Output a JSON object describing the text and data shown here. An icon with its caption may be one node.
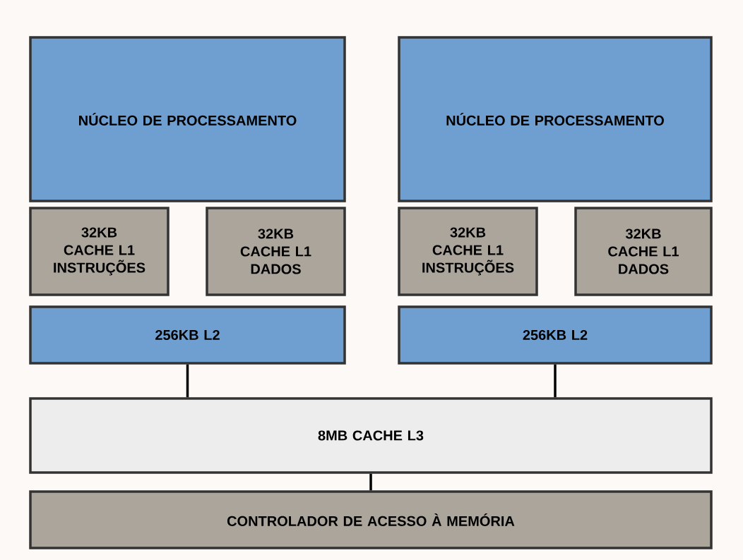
{
  "diagram": {
    "nodes": [
      {
        "text": [
          "NÚCLEO DE PROCESSAMENTO"
        ]
      },
      {
        "text": [
          "NÚCLEO DE PROCESSAMENTO"
        ]
      },
      {
        "text": [
          "32KB",
          "CACHE L1 INSTRUÇÕES"
        ]
      },
      {
        "text": [
          "32KB",
          "CACHE L1 DADOS"
        ]
      },
      {
        "text": [
          "32KB",
          "CACHE L1 INSTRUÇÕES"
        ]
      },
      {
        "text": [
          "32KB",
          "CACHE L1 DADOS"
        ]
      },
      {
        "text": [
          "256KB L2"
        ]
      },
      {
        "text": [
          "256KB L2"
        ]
      },
      {
        "text": [
          "8MB CACHE L3"
        ]
      },
      {
        "text": [
          "CONTROLADOR DE ACESSO À MEMÓRIA"
        ]
      }
    ],
    "edges": [
      {
        "from": 6,
        "to": 8,
        "arrow": "none"
      },
      {
        "from": 7,
        "to": 8,
        "arrow": "none"
      },
      {
        "from": 8,
        "to": 9,
        "arrow": "none"
      }
    ]
  }
}
